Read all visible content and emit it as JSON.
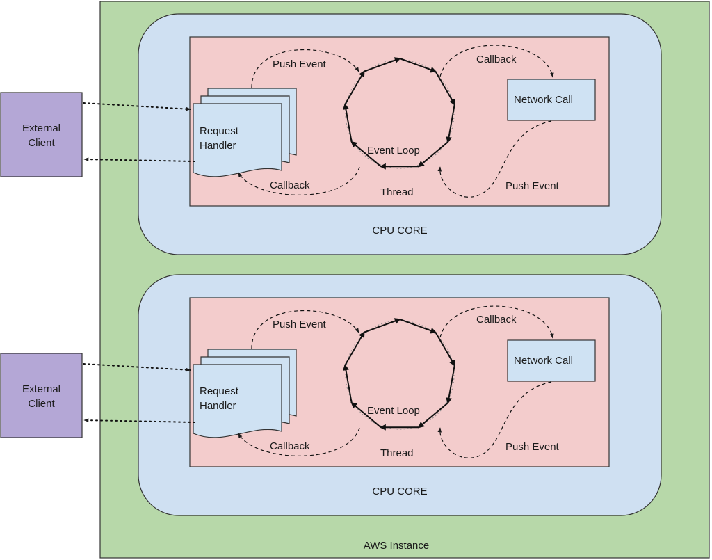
{
  "instance": {
    "label": "AWS Instance"
  },
  "clients": [
    {
      "line1": "External",
      "line2": "Client"
    },
    {
      "line1": "External",
      "line2": "Client"
    }
  ],
  "cores": [
    {
      "core_label": "CPU CORE",
      "handler": {
        "line1": "Request",
        "line2": "Handler"
      },
      "event_loop": "Event Loop",
      "thread": "Thread",
      "network_call": "Network Call",
      "push_event_top": "Push Event",
      "callback_top": "Callback",
      "callback_bottom": "Callback",
      "push_event_bottom": "Push Event"
    },
    {
      "core_label": "CPU CORE",
      "handler": {
        "line1": "Request",
        "line2": "Handler"
      },
      "event_loop": "Event Loop",
      "thread": "Thread",
      "network_call": "Network Call",
      "push_event_top": "Push Event",
      "callback_top": "Callback",
      "callback_bottom": "Callback",
      "push_event_bottom": "Push Event"
    }
  ],
  "colors": {
    "instance_fill": "#b7d8a9",
    "core_fill": "#cfe0f2",
    "inner_fill": "#f3cccc",
    "client_fill": "#b4a7d6",
    "node_fill": "#cfe2f3",
    "stroke": "#333333"
  }
}
